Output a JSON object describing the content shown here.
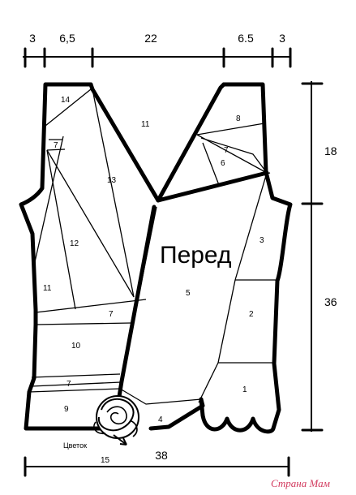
{
  "diagram": {
    "title": "Перед",
    "top_dimensions": [
      "3",
      "6,5",
      "22",
      "6.5",
      "3"
    ],
    "right_dimensions": [
      "18",
      "36"
    ],
    "bottom_dimension": "38",
    "flower_label": "Цветок",
    "flower_number": "15",
    "pieces": [
      {
        "id": "14",
        "label": "14"
      },
      {
        "id": "11a",
        "label": "11"
      },
      {
        "id": "8",
        "label": "8"
      },
      {
        "id": "7a",
        "label": "7"
      },
      {
        "id": "7b",
        "label": "7"
      },
      {
        "id": "6",
        "label": "6"
      },
      {
        "id": "13",
        "label": "13"
      },
      {
        "id": "12",
        "label": "12"
      },
      {
        "id": "3",
        "label": "3"
      },
      {
        "id": "11b",
        "label": "11"
      },
      {
        "id": "5",
        "label": "5"
      },
      {
        "id": "2",
        "label": "2"
      },
      {
        "id": "7c",
        "label": "7"
      },
      {
        "id": "10",
        "label": "10"
      },
      {
        "id": "7d",
        "label": "7"
      },
      {
        "id": "1",
        "label": "1"
      },
      {
        "id": "9",
        "label": "9"
      },
      {
        "id": "4",
        "label": "4"
      }
    ],
    "watermark": "Страна Мам"
  }
}
